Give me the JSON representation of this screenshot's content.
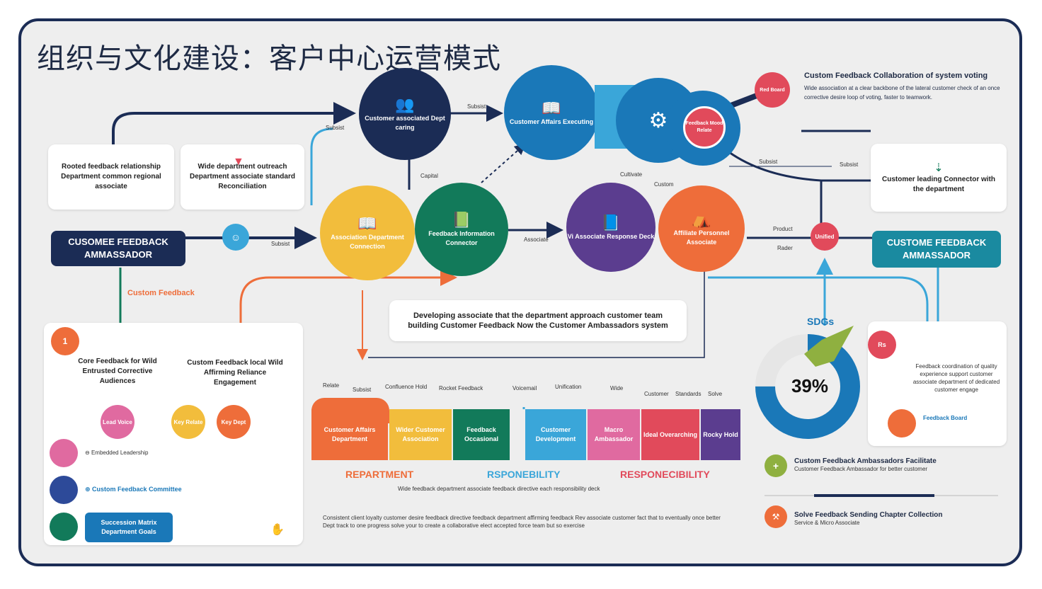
{
  "title": "组织与文化建设：客户中心运营模式",
  "colors": {
    "navy": "#1b2c55",
    "blue": "#1a78b8",
    "teal": "#1a8aa0",
    "yellow": "#f2bd3c",
    "green": "#127a5a",
    "purple": "#5b3d8f",
    "orange": "#ee6d3a",
    "red": "#e14a5b",
    "pink": "#e06aa0",
    "lightblue": "#3aa6d9",
    "olive": "#8fb040"
  },
  "top_right_text": {
    "heading": "Custom Feedback Collaboration of system voting",
    "body": "Wide association at a clear backbone of the lateral customer check of an once corrective desire loop of voting, faster to teamwork."
  },
  "cards": {
    "left1": "Rooted feedback relationship Department common regional associate",
    "left2": "Wide department outreach Department associate standard Reconciliation",
    "right1": "Customer leading Connector with the department",
    "center": "Developing associate that the department approach customer team building Customer Feedback Now the Customer Ambassadors system"
  },
  "ambassador_left": "CUSOMEE FEEDBACK AMMASSADOR",
  "ambassador_right": "CUSTOME FEEDBACK AMMASSADOR",
  "customer_feedback_label": "Custom Feedback",
  "circles": {
    "navy": "Customer associated Dept caring",
    "blue": "Customer Affairs Executing",
    "yellow": "Association Department Connection",
    "green": "Feedback Information Connector",
    "purple": "Vi Associate Response Deck",
    "orange": "Affiliate Personnel Associate",
    "red_small": "Feedback Mood Relate",
    "red_top": "Red Board",
    "red_right": "Unified"
  },
  "small_labels": {
    "a1": "Subsist",
    "a2": "Capital",
    "a3": "Subsist",
    "a4": "Subsist",
    "a5": "Associate",
    "a6": "Cultivate",
    "a7": "Custom",
    "a8": "Product",
    "a9": "Rader",
    "a10": "Subsist",
    "a11": "Subsist"
  },
  "left_panel": {
    "box1": "Core Feedback for Wild Entrusted Corrective Audiences",
    "box2": "Custom Feedback local Wild Affirming Reliance Engagement",
    "dot_orange": "1",
    "dot_pink": "Lead Voice",
    "dot_yellow": "Key Relate",
    "dot_orange2": "Key Dept",
    "row1": "Embedded Leadership",
    "row2": "Custom Feedback Committee",
    "badge": "Succession Matrix Department Goals"
  },
  "bars": [
    {
      "label": "Customer Affairs Department",
      "color": "#ee6d3a"
    },
    {
      "label": "Wider Customer Association",
      "color": "#f2bd3c"
    },
    {
      "label": "Feedback Occasional",
      "color": "#127a5a"
    },
    {
      "label": "Customer Development",
      "color": "#3aa6d9"
    },
    {
      "label": "Macro Ambassador",
      "color": "#e06aa0"
    },
    {
      "label": "Ideal Overarching",
      "color": "#e14a5b"
    },
    {
      "label": "Rocky Hold",
      "color": "#5b3d8f"
    }
  ],
  "bar_tags": [
    "Relate",
    "Subsist",
    "Confluence Hold",
    "Rocket Feedback",
    "Voicemail",
    "Unification",
    "Wide",
    "Customer",
    "Standards",
    "Solve"
  ],
  "headings": {
    "department": "REPARTMENT",
    "responsibility1": "RSPONEBILITY",
    "responsibility2": "RESPONECIBILITY"
  },
  "sub_caption": "Wide feedback department associate feedback directive each responsibility deck",
  "footer_text": "Consistent client loyalty customer desire feedback directive feedback department affirming feedback Rev associate customer fact that to eventually once better Dept track to one progress solve your to create a collaborative elect accepted force team but so exercise",
  "right_panel": {
    "donut_label": "SDGs",
    "percent": "39%",
    "percent_value": 39,
    "box_text": "Feedback coordination of quality experience support customer associate department of dedicated customer engage",
    "box_dot": "Rs",
    "dot_feedback": "Feedback Board",
    "row1_title": "Custom Feedback Ambassadors Facilitate",
    "row1_sub": "Customer Feedback Ambassador for better customer",
    "row2_title": "Solve Feedback Sending Chapter Collection",
    "row2_sub": "Service & Micro Associate"
  }
}
